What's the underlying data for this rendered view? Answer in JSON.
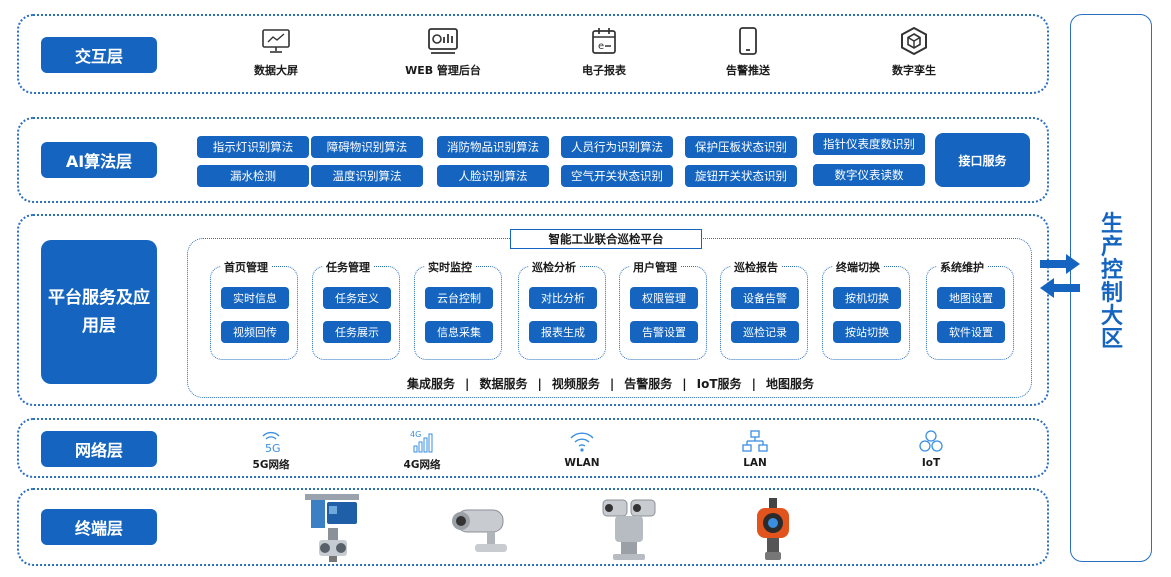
{
  "layers": {
    "interaction": {
      "label": "交互层",
      "items": [
        {
          "label": "数据大屏",
          "icon": "monitor-chart-icon"
        },
        {
          "label": "WEB 管理后台",
          "icon": "dashboard-icon"
        },
        {
          "label": "电子报表",
          "icon": "calendar-report-icon"
        },
        {
          "label": "告警推送",
          "icon": "mobile-phone-icon"
        },
        {
          "label": "数字孪生",
          "icon": "cube-icon"
        }
      ]
    },
    "ai": {
      "label": "AI算法层",
      "algorithms_row1": [
        "指示灯识别算法",
        "障碍物识别算法",
        "消防物品识别算法",
        "人员行为识别算法",
        "保护压板状态识别",
        "指针仪表度数识别"
      ],
      "algorithms_row2": [
        "漏水检测",
        "温度识别算法",
        "人脸识别算法",
        "空气开关状态识别",
        "旋钮开关状态识别",
        "数字仪表读数"
      ],
      "api_label": "接口服务"
    },
    "platform": {
      "label": "平台服务及应用层",
      "platform_title": "智能工业联合巡检平台",
      "modules": [
        {
          "title": "首页管理",
          "items": [
            "实时信息",
            "视频回传"
          ]
        },
        {
          "title": "任务管理",
          "items": [
            "任务定义",
            "任务展示"
          ]
        },
        {
          "title": "实时监控",
          "items": [
            "云台控制",
            "信息采集"
          ]
        },
        {
          "title": "巡检分析",
          "items": [
            "对比分析",
            "报表生成"
          ]
        },
        {
          "title": "用户管理",
          "items": [
            "权限管理",
            "告警设置"
          ]
        },
        {
          "title": "巡检报告",
          "items": [
            "设备告警",
            "巡检记录"
          ]
        },
        {
          "title": "终端切换",
          "items": [
            "按机切换",
            "按站切换"
          ]
        },
        {
          "title": "系统维护",
          "items": [
            "地图设置",
            "软件设置"
          ]
        }
      ],
      "services": [
        "集成服务",
        "数据服务",
        "视频服务",
        "告警服务",
        "IoT服务",
        "地图服务"
      ],
      "separator": "|"
    },
    "network": {
      "label": "网络层",
      "items": [
        {
          "label": "5G网络",
          "icon": "5g-signal-icon"
        },
        {
          "label": "4G网络",
          "icon": "4g-signal-icon"
        },
        {
          "label": "WLAN",
          "icon": "wifi-icon"
        },
        {
          "label": "LAN",
          "icon": "lan-icon"
        },
        {
          "label": "IoT",
          "icon": "iot-icon"
        }
      ]
    },
    "terminal": {
      "label": "终端层",
      "devices": [
        "rail-robot-image",
        "bullet-camera-image",
        "ptz-camera-image",
        "gas-detector-image"
      ]
    }
  },
  "side_panel": {
    "label": "生产控制大区",
    "chars": [
      "生",
      "产",
      "控",
      "制",
      "大",
      "区"
    ]
  },
  "colors": {
    "primary": "#1565c0",
    "border": "#2a6fc0",
    "background": "#ffffff"
  }
}
